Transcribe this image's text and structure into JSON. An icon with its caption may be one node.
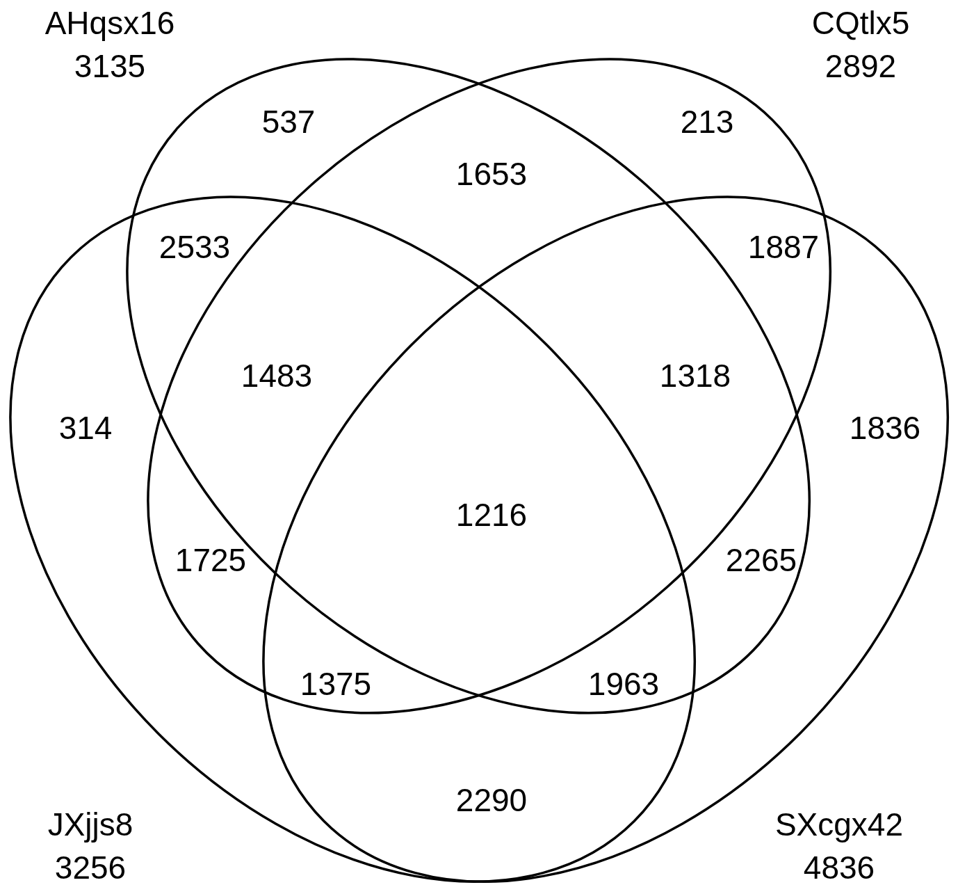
{
  "diagram": {
    "nodes": [
      {
        "text": [
          "AHqsx16",
          "3135"
        ]
      },
      {
        "text": [
          "CQtlx5",
          "2892"
        ]
      },
      {
        "text": [
          "JXjjs8",
          "3256"
        ]
      },
      {
        "text": [
          "SXcgx42",
          "4836"
        ]
      }
    ],
    "edges": [],
    "labels": [
      "537",
      "213",
      "1653",
      "2533",
      "1887",
      "1483",
      "1318",
      "314",
      "1836",
      "1216",
      "1725",
      "2265",
      "1375",
      "1963",
      "2290"
    ]
  }
}
